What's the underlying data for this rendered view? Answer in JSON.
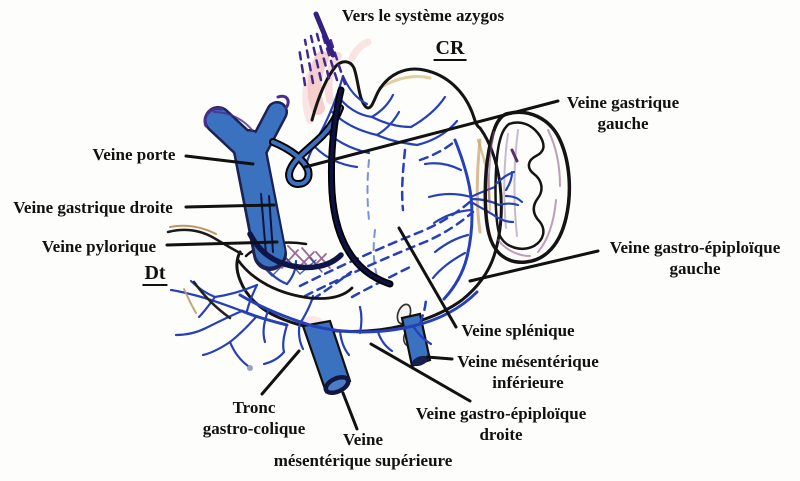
{
  "figure_type": "anatomical-diagram",
  "top_flow_label": "Vers le système azygos",
  "orientation": {
    "cranial": "CR",
    "right": "Dt"
  },
  "labels": {
    "veine_porte": {
      "lines": [
        "Veine porte"
      ]
    },
    "veine_gastrique_gauche": {
      "lines": [
        "Veine gastrique",
        "gauche"
      ]
    },
    "veine_gastrique_droite": {
      "lines": [
        "Veine gastrique droite"
      ]
    },
    "veine_pylorique": {
      "lines": [
        "Veine pylorique"
      ]
    },
    "veine_gastro_epiploique_gauche": {
      "lines": [
        "Veine gastro-épiploïque",
        "gauche"
      ]
    },
    "veine_splenique": {
      "lines": [
        "Veine splénique"
      ]
    },
    "veine_mesenterique_inferieure": {
      "lines": [
        "Veine mésentérique",
        "inférieure"
      ]
    },
    "veine_gastro_epiploique_droite": {
      "lines": [
        "Veine gastro-épiploïque",
        "droite"
      ]
    },
    "tronc_gastro_colique": {
      "lines": [
        "Tronc",
        "gastro-colique"
      ]
    },
    "veine_mesenterique_superieure": {
      "lines": [
        "Veine",
        "mésentérique supérieure"
      ]
    }
  },
  "colors": {
    "vein_fill": "#3b72c0",
    "vein_line": "#2540b8",
    "vein_dark": "#0d1340",
    "outline": "#141414",
    "azygos_purple": "#3a2587",
    "spleen_outer": "#b286ad",
    "spleen_inner": "#c9b2d4",
    "duodenum_pink": "#f2b9ce",
    "esophagus_pink": "#eda0a0",
    "label_ink": "#111111"
  }
}
